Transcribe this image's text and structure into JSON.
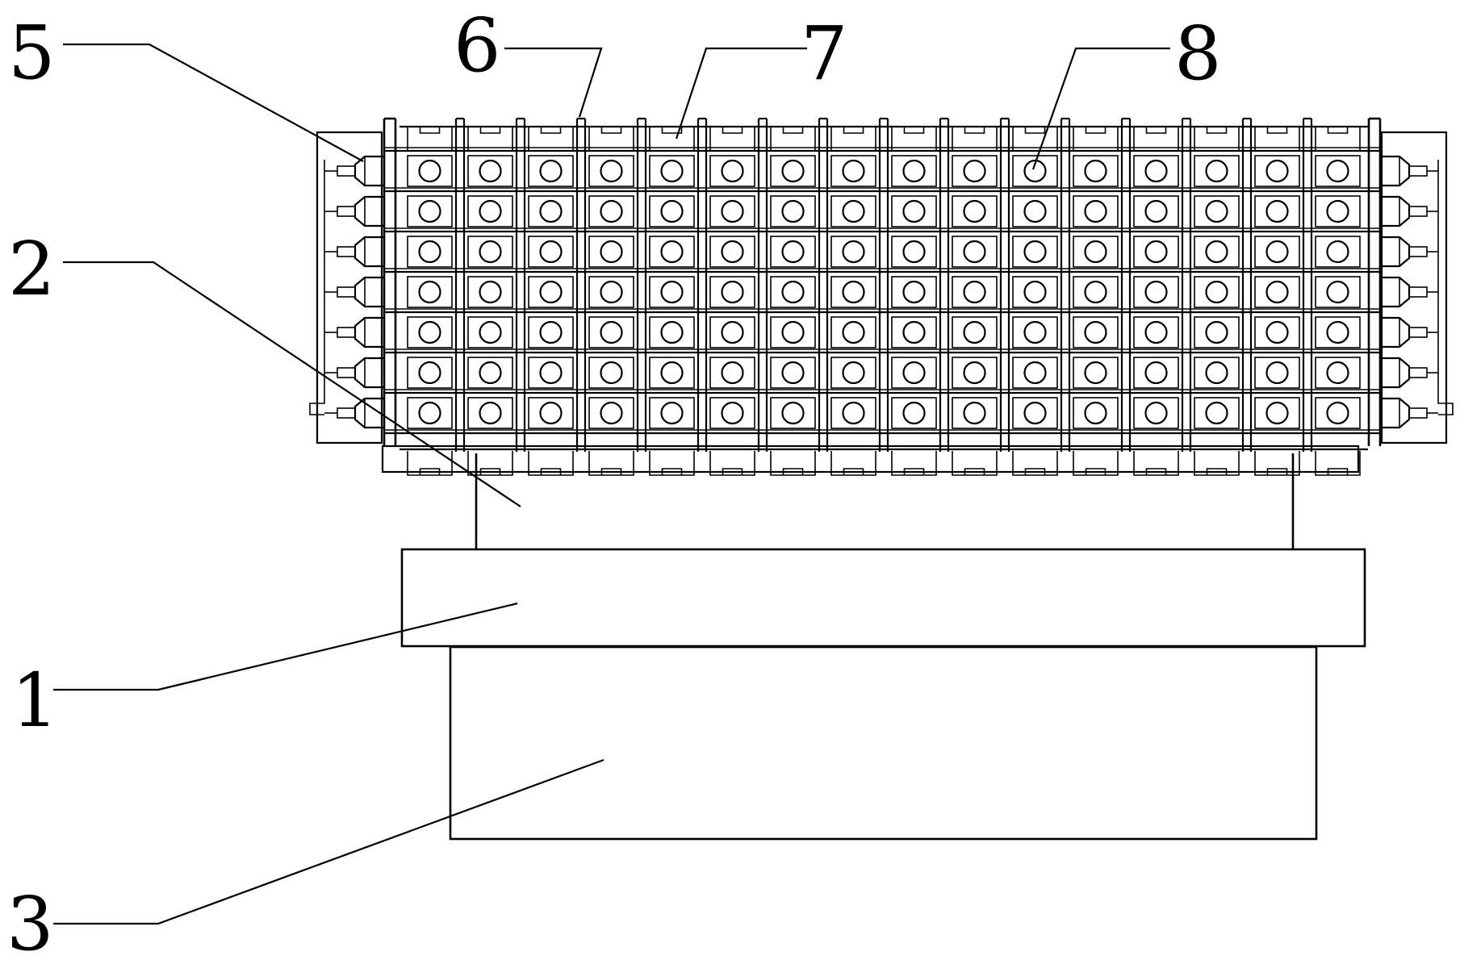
{
  "figure": {
    "callouts": [
      {
        "id": "5",
        "text": "5"
      },
      {
        "id": "6",
        "text": "6"
      },
      {
        "id": "7",
        "text": "7"
      },
      {
        "id": "8",
        "text": "8"
      },
      {
        "id": "2",
        "text": "2"
      },
      {
        "id": "1",
        "text": "1"
      },
      {
        "id": "3",
        "text": "3"
      }
    ],
    "panel": {
      "columns": 16,
      "rows": 7
    },
    "line_color": "#000000",
    "background_color": "#ffffff"
  }
}
